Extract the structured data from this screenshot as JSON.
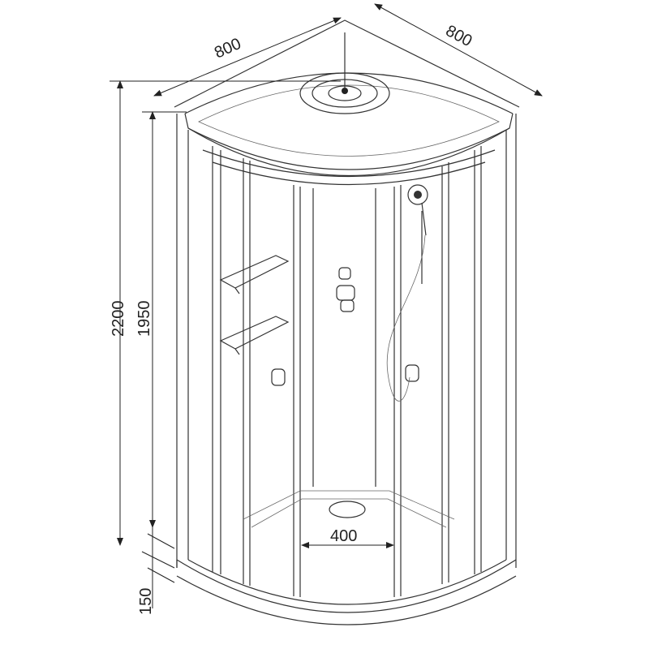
{
  "dimensions": {
    "width_left": "800",
    "width_right": "800",
    "total_height": "2200",
    "cabin_height": "1950",
    "tray_height": "150",
    "door_width": "400"
  },
  "colors": {
    "line": "#333333",
    "background": "#ffffff"
  }
}
